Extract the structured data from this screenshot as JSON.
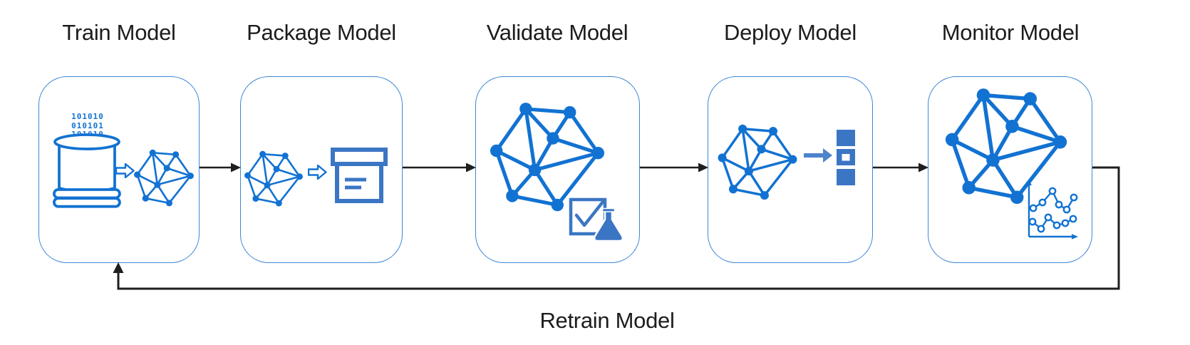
{
  "stages": [
    {
      "label": "Train Model",
      "icons": [
        "binary-data",
        "database-icon",
        "transform-arrow-icon",
        "model-network-icon"
      ],
      "binary": [
        "101010",
        "010101",
        "101010"
      ]
    },
    {
      "label": "Package Model",
      "icons": [
        "model-network-icon",
        "transform-arrow-icon",
        "package-box-icon"
      ]
    },
    {
      "label": "Validate Model",
      "icons": [
        "model-network-icon",
        "validate-check-flask-icon"
      ]
    },
    {
      "label": "Deploy Model",
      "icons": [
        "model-network-icon",
        "deploy-arrow-icon",
        "deploy-stack-icon"
      ]
    },
    {
      "label": "Monitor Model",
      "icons": [
        "model-network-icon",
        "metrics-chart-icon"
      ]
    }
  ],
  "flow": {
    "connector_count": 4,
    "feedback_label": "Retrain Model"
  },
  "colors": {
    "model_blue": "#1272d2",
    "steel_blue": "#3b76c4",
    "deploy_arrow_blue": "#4c83ca",
    "box_border_blue": "#3e87d8",
    "connector_black": "#1f1f1f",
    "label_text": "#1c1c1c"
  }
}
